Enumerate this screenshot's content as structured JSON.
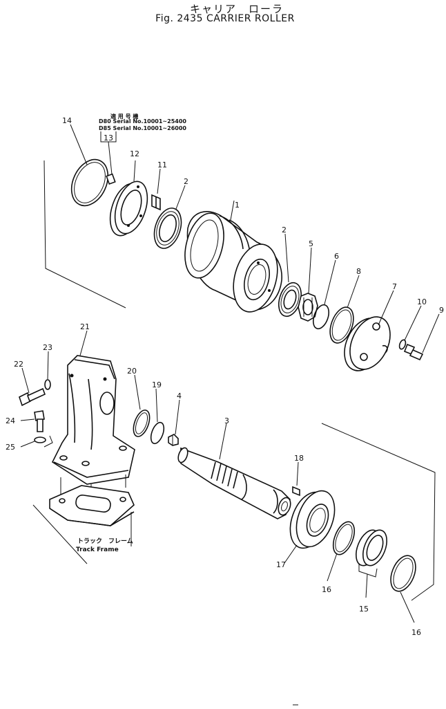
{
  "header": {
    "title_jp": "キャリア　ローラ",
    "title_en": "Fig. 2435  CARRIER  ROLLER"
  },
  "serial_note": {
    "heading": "適 用 号 機",
    "line1": "D80 Serial No.10001~25400",
    "line2": "D85 Serial No.10001~26000"
  },
  "frame_label": {
    "jp": "トラック　フレーム",
    "en": "Track Frame"
  },
  "callouts": {
    "c1": "1",
    "c2a": "2",
    "c2b": "2",
    "c3": "3",
    "c4": "4",
    "c5": "5",
    "c6": "6",
    "c7": "7",
    "c8": "8",
    "c9": "9",
    "c10": "10",
    "c11": "11",
    "c12": "12",
    "c13": "13",
    "c14": "14",
    "c15": "15",
    "c16a": "16",
    "c16b": "16",
    "c17": "17",
    "c18": "18",
    "c19": "19",
    "c20": "20",
    "c21": "21",
    "c22": "22",
    "c23": "23",
    "c24": "24",
    "c25": "25"
  }
}
